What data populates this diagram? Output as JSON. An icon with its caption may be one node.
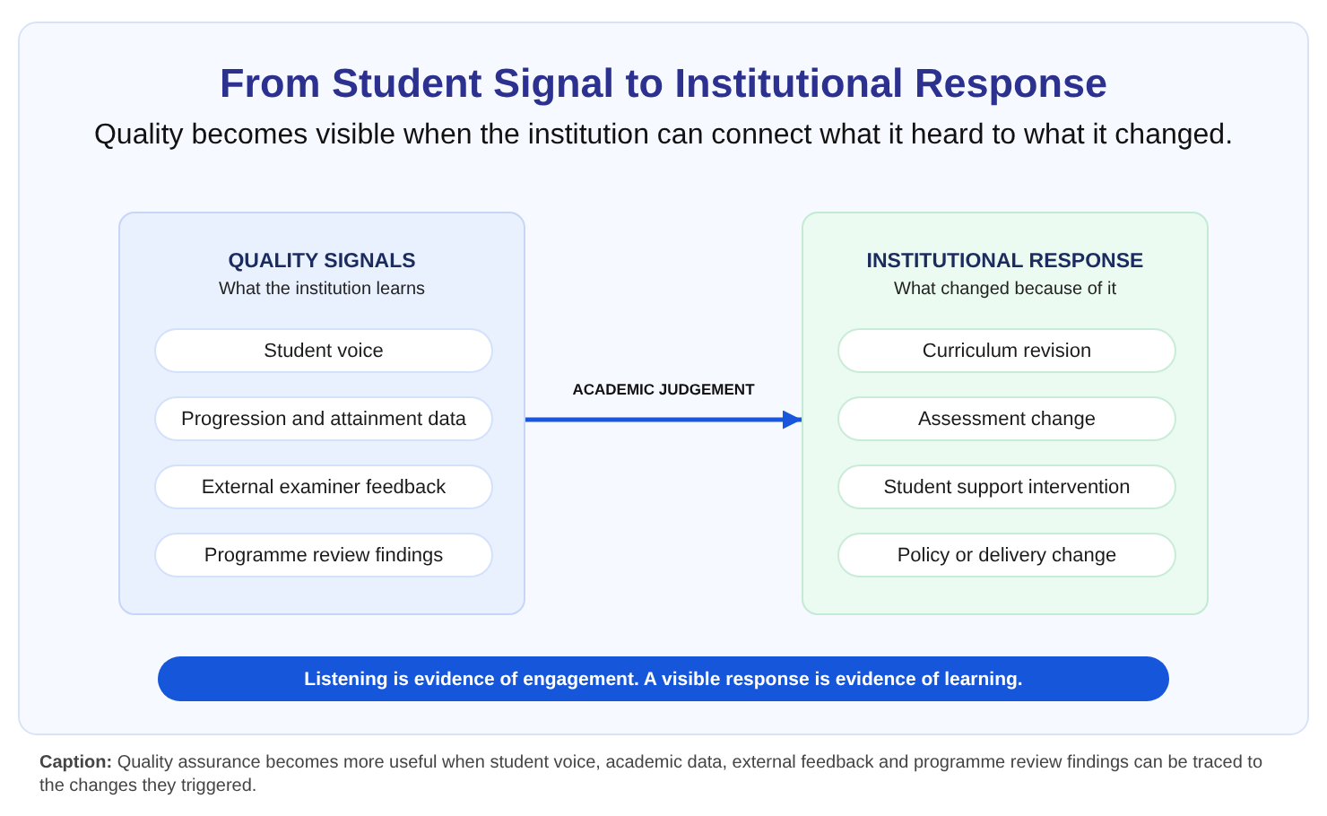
{
  "diagram": {
    "title": "From Student Signal to Institutional Response",
    "caption": "**Caption:** Quality assurance becomes more useful when student voice, academic data, external feedback and programme review findings can be traced to the changes they triggered.",
    "nodes": [
      {
        "text": [
          "QUALITY SIGNALS",
          "What the institution learns"
        ]
      },
      {
        "text": [
          "Student voice"
        ],
        "in": 0
      },
      {
        "text": [
          "Progression and attainment data"
        ],
        "in": 0
      },
      {
        "text": [
          "External examiner feedback"
        ],
        "in": 0
      },
      {
        "text": [
          "Programme review findings"
        ],
        "in": 0
      },
      {
        "text": [
          "INSTITUTIONAL RESPONSE",
          "What changed because of it"
        ]
      },
      {
        "text": [
          "Curriculum revision"
        ],
        "in": 5
      },
      {
        "text": [
          "Assessment change"
        ],
        "in": 5
      },
      {
        "text": [
          "Student support intervention"
        ],
        "in": 5
      },
      {
        "text": [
          "Policy or delivery change"
        ],
        "in": 5
      },
      {
        "text": [
          "Listening is evidence of engagement. A visible response is evidence of learning."
        ]
      }
    ],
    "edges": [
      {
        "from": 0,
        "to": 5,
        "arrow": "to",
        "label": "ACADEMIC JUDGEMENT"
      }
    ],
    "labels": [
      "Quality becomes visible when the institution can connect what it heard to what it changed."
    ]
  }
}
